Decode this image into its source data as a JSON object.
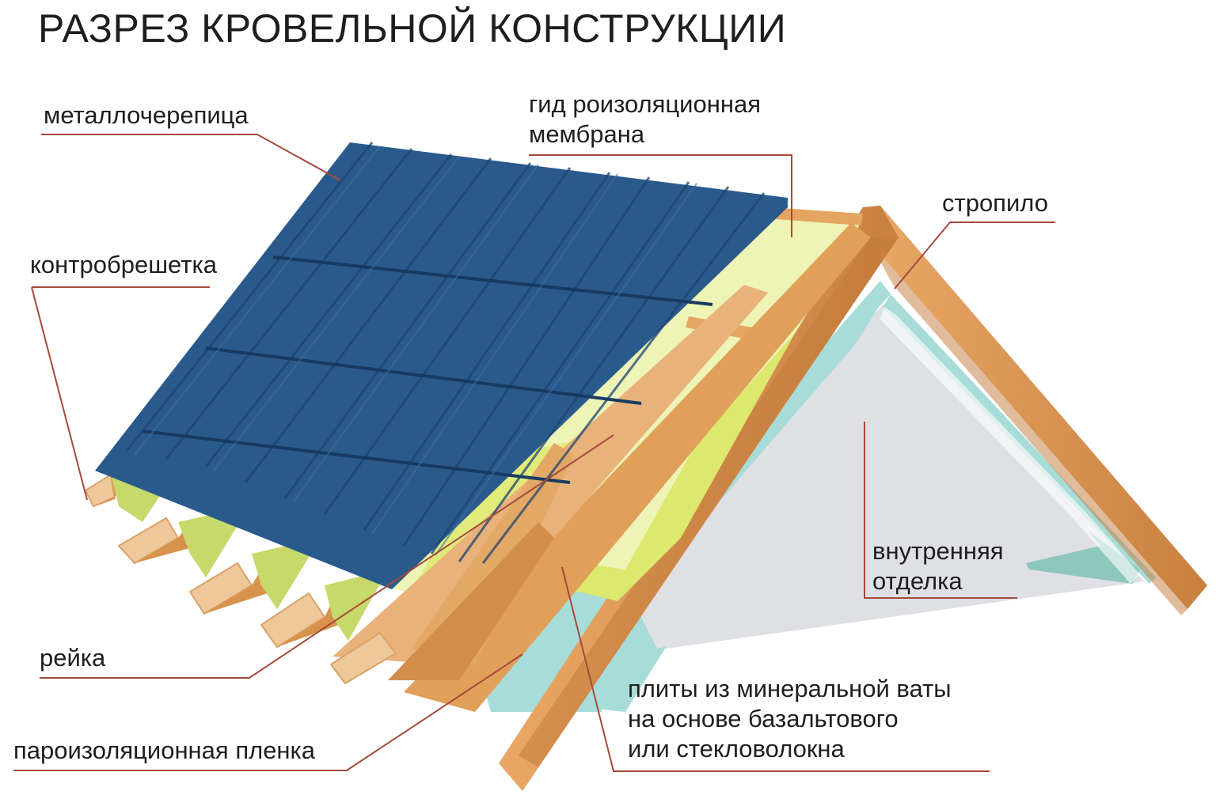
{
  "title": "РАЗРЕЗ КРОВЕЛЬНОЙ КОНСТРУКЦИИ",
  "labels": {
    "metal_tile": "металлочерепица",
    "membrane_line1": "гид роизоляционная",
    "membrane_line2": "мембрана",
    "rafter": "стропило",
    "counter_batten": "контробрешетка",
    "interior_finish_line1": "внутренняя",
    "interior_finish_line2": "отделка",
    "batten": "рейка",
    "wool_line1": "плиты из минеральной ваты",
    "wool_line2": "на основе базальтового",
    "wool_line3": "или стекловолокна",
    "vapor_film": "пароизоляционная пленка"
  },
  "colors": {
    "metal_tile": "#2a5a8c",
    "tile_shadow": "#1d4470",
    "membrane": "#eef3b6",
    "insulation": "#dde86e",
    "wood": "#d48e4c",
    "wood_light": "#eec79a",
    "vapor_film": "#a8dcd8",
    "interior": "#dfe0e4",
    "leader_line": "#a54a3c"
  }
}
